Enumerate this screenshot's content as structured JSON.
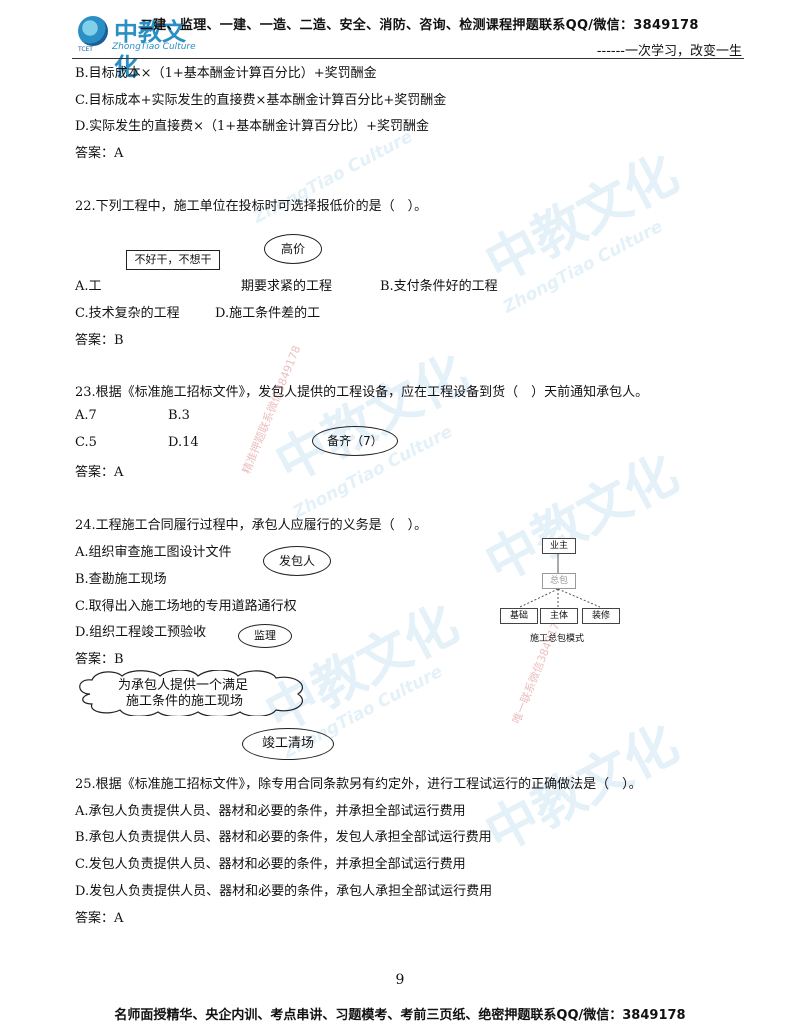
{
  "header": {
    "title": "二建、监理、一建、一造、二造、安全、消防、咨询、检测课程押题联系QQ/微信：3849178",
    "slogan": "------一次学习，改变一生",
    "logo_cn": "中教文化",
    "logo_en": "ZhongTiao Culture",
    "logo_tcet": "TCET"
  },
  "content": {
    "q21_b": "B.目标成本×（1+基本酬金计算百分比）+奖罚酬金",
    "q21_c": "C.目标成本+实际发生的直接费×基本酬金计算百分比+奖罚酬金",
    "q21_d": "D.实际发生的直接费×（1+基本酬金计算百分比）+奖罚酬金",
    "q21_answer": "答案：A",
    "q22": "22.下列工程中，施工单位在投标时可选择报低价的是（　）。",
    "q22_a1": "A.工",
    "q22_a2": "期要求紧的工程",
    "q22_b": "B.支付条件好的工程",
    "q22_c": "C.技术复杂的工程",
    "q22_d": "D.施工条件差的工",
    "q22_answer": "答案：B",
    "q23": "23.根据《标准施工招标文件》，发包人提供的工程设备，应在工程设备到货（　）天前通知承包人。",
    "q23_a": "A.7",
    "q23_b": "B.3",
    "q23_c": "C.5",
    "q23_d": "D.14",
    "q23_answer": "答案：A",
    "q24": "24.工程施工合同履行过程中，承包人应履行的义务是（　）。",
    "q24_a": "A.组织审查施工图设计文件",
    "q24_b": "B.查勘施工现场",
    "q24_c": "C.取得出入施工场地的专用道路通行权",
    "q24_d": "D.组织工程竣工预验收",
    "q24_answer": "答案：B",
    "q25": "25.根据《标准施工招标文件》，除专用合同条款另有约定外，进行工程试运行的正确做法是（　）。",
    "q25_a": "A.承包人负责提供人员、器材和必要的条件，并承担全部试运行费用",
    "q25_b": "B.承包人负责提供人员、器材和必要的条件，发包人承担全部试运行费用",
    "q25_c": "C.发包人负责提供人员、器材和必要的条件，并承担全部试运行费用",
    "q25_d": "D.发包人负责提供人员、器材和必要的条件，承包人承担全部试运行费用",
    "q25_answer": "答案：A"
  },
  "annotations": {
    "note_buhao": "不好干，不想干",
    "note_gaojia": "高价",
    "note_beiqi": "备齐（7）",
    "note_fabaoren": "发包人",
    "note_jianli": "监理",
    "note_cloud_line1": "为承包人提供一个满足",
    "note_cloud_line2": "施工条件的施工现场",
    "note_jungong": "竣工清场"
  },
  "diagram": {
    "top": "业主",
    "middle": "总包",
    "left": "基础",
    "center": "主体",
    "right": "装修",
    "caption": "施工总包模式"
  },
  "watermark": {
    "cn": "中教文化",
    "en": "ZhongTiao Culture",
    "red1": "精准押题联系微信3849178",
    "red2": "唯一联系微信3849178"
  },
  "footer": {
    "page_number": "9",
    "text": "名师面授精华、央企内训、考点串讲、习题模考、考前三页纸、绝密押题联系QQ/微信：3849178"
  },
  "colors": {
    "watermark": "#5aaad7",
    "logo": "#2a8fc4"
  }
}
